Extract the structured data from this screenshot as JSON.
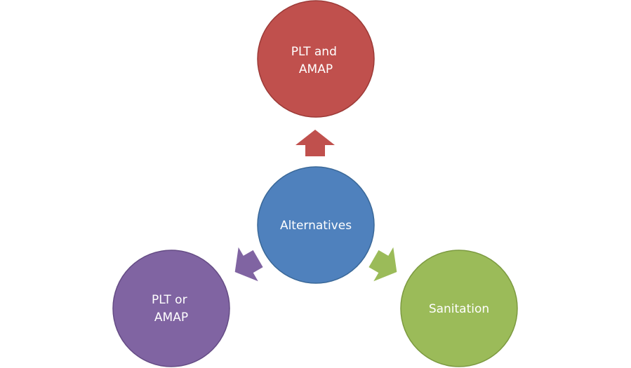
{
  "center": {
    "label_lines": [
      "Alternatives"
    ],
    "color": "#4f81bd",
    "stroke": "#3a6898"
  },
  "nodes": [
    {
      "id": "plt-and-amap",
      "label_lines": [
        "PLT and",
        "AMAP"
      ],
      "color": "#c0504d",
      "stroke": "#9c3a37",
      "arrow_color": "#c0504d"
    },
    {
      "id": "sanitation",
      "label_lines": [
        "Sanitation"
      ],
      "color": "#9bbb59",
      "stroke": "#7c9a40",
      "arrow_color": "#9bbb59"
    },
    {
      "id": "plt-or-amap",
      "label_lines": [
        "PLT or",
        "AMAP"
      ],
      "color": "#8064a2",
      "stroke": "#654c85",
      "arrow_color": "#8064a2"
    }
  ]
}
